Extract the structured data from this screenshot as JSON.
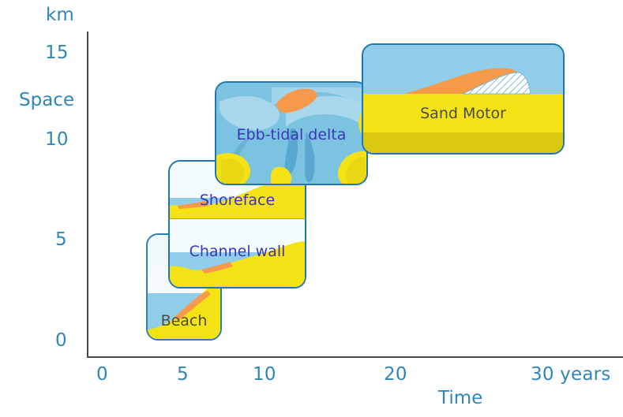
{
  "chart_data": {
    "type": "scatter",
    "title": "",
    "xlabel": "Time",
    "ylabel": "Space",
    "xunit": "years",
    "yunit": "km",
    "xlim": [
      0,
      30
    ],
    "ylim": [
      0,
      16
    ],
    "grid": false,
    "legend": "none",
    "xticks": [
      "0",
      "5",
      "10",
      "20",
      "30 years"
    ],
    "xtick_values": [
      0,
      5,
      10,
      20,
      30
    ],
    "yticks": [
      "0",
      "5",
      "10",
      "15"
    ],
    "ytick_values": [
      0,
      5,
      10,
      15
    ],
    "description": "Staircase of coastal nourishment case studies plotted by spatial scale (km) versus time scale (years).",
    "items": [
      {
        "label": "Beach",
        "x_range": [
          3.6,
          7.2
        ],
        "y_range": [
          0.0,
          5.3
        ]
      },
      {
        "label": "Channel wall",
        "x_range": [
          5.4,
          12.8
        ],
        "y_range": [
          1.5,
          8.8
        ]
      },
      {
        "label": "Shoreface",
        "x_range": [
          5.4,
          12.8
        ],
        "y_range": [
          4.6,
          8.8
        ]
      },
      {
        "label": "Ebb-tidal delta",
        "x_range": [
          9.5,
          18.5
        ],
        "y_range": [
          8.4,
          13.9
        ]
      },
      {
        "label": "Sand Motor",
        "x_range": [
          19.0,
          31.5
        ],
        "y_range": [
          9.9,
          15.5
        ]
      }
    ]
  },
  "axes": {
    "y_unit_label": "km",
    "y_axis_title": "Space",
    "x_axis_title": "Time",
    "y_ticks": [
      {
        "text": "15"
      },
      {
        "text": "10"
      },
      {
        "text": "5"
      },
      {
        "text": "0"
      }
    ],
    "x_ticks": [
      {
        "text": "0"
      },
      {
        "text": "5"
      },
      {
        "text": "10"
      },
      {
        "text": "20"
      },
      {
        "text": "30 years"
      }
    ]
  },
  "panels": {
    "beach": {
      "label": "Beach"
    },
    "channel_wall": {
      "label": "Channel wall"
    },
    "shoreface": {
      "label": "Shoreface"
    },
    "ebb_tidal": {
      "label": "Ebb-tidal delta"
    },
    "sand_motor": {
      "label": "Sand Motor"
    }
  },
  "colors": {
    "axis_text": "#2e86b8",
    "axis_line": "#4a4a4a",
    "panel_border": "#2176ae",
    "sky_blue": "#8fcde8",
    "sand_yellow": "#f5e215",
    "sand_dark": "#d9c80f",
    "orange": "#f59a4b",
    "caption_indigo": "#3a36b5",
    "caption_dark": "#4b4b4b"
  }
}
